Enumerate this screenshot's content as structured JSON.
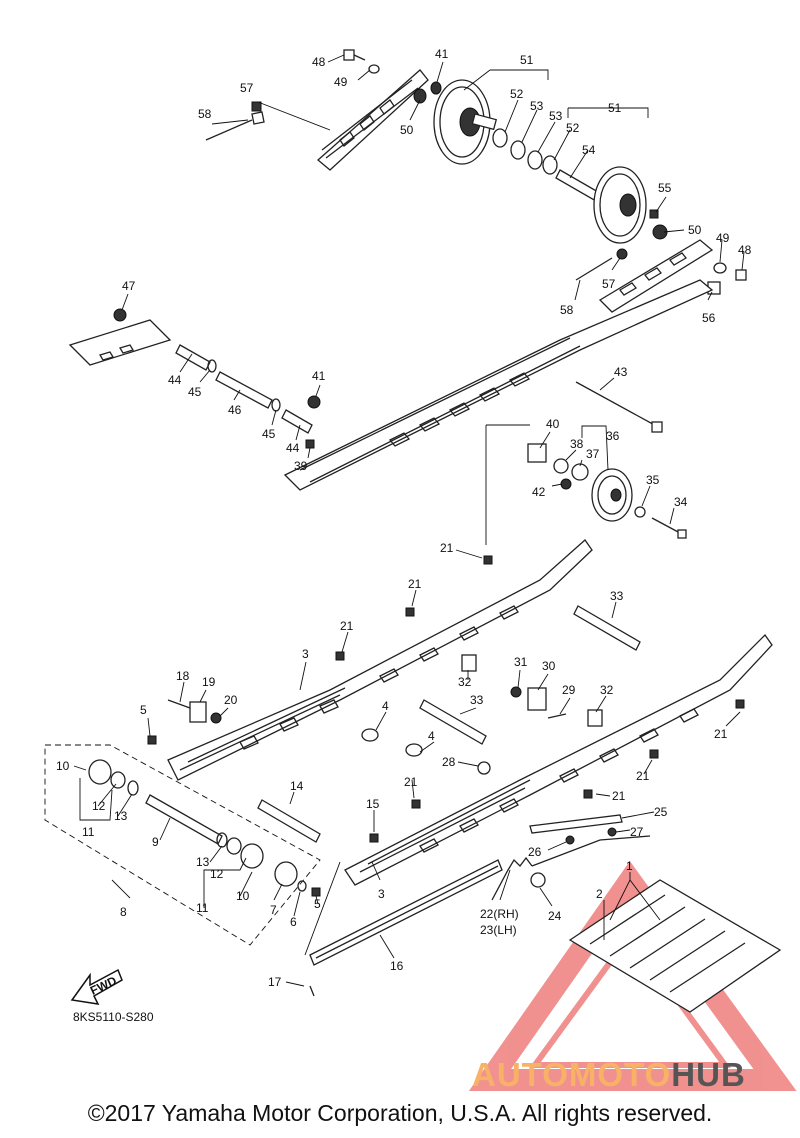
{
  "diagram_code": "8KS5110-S280",
  "copyright": "©2017 Yamaha Motor Corporation, U.S.A. All rights reserved.",
  "watermark": {
    "part1": "AUTOMOTO",
    "part2": "HUB"
  },
  "fwd_label": "FWD",
  "colors": {
    "watermark_triangle": "#e53935",
    "watermark_text": "#f7b267",
    "watermark_hub": "#555555"
  },
  "callouts": [
    {
      "text": "48"
    },
    {
      "text": "49"
    },
    {
      "text": "41"
    },
    {
      "text": "51"
    },
    {
      "text": "52"
    },
    {
      "text": "53"
    },
    {
      "text": "57"
    },
    {
      "text": "58"
    },
    {
      "text": "50"
    },
    {
      "text": "53"
    },
    {
      "text": "52"
    },
    {
      "text": "51"
    },
    {
      "text": "54"
    },
    {
      "text": "55"
    },
    {
      "text": "50"
    },
    {
      "text": "49"
    },
    {
      "text": "48"
    },
    {
      "text": "57"
    },
    {
      "text": "58"
    },
    {
      "text": "56"
    },
    {
      "text": "47"
    },
    {
      "text": "44"
    },
    {
      "text": "45"
    },
    {
      "text": "46"
    },
    {
      "text": "45"
    },
    {
      "text": "44"
    },
    {
      "text": "41"
    },
    {
      "text": "39"
    },
    {
      "text": "43"
    },
    {
      "text": "40"
    },
    {
      "text": "38"
    },
    {
      "text": "36"
    },
    {
      "text": "37"
    },
    {
      "text": "42"
    },
    {
      "text": "35"
    },
    {
      "text": "34"
    },
    {
      "text": "21"
    },
    {
      "text": "21"
    },
    {
      "text": "33"
    },
    {
      "text": "21"
    },
    {
      "text": "3"
    },
    {
      "text": "32"
    },
    {
      "text": "31"
    },
    {
      "text": "30"
    },
    {
      "text": "29"
    },
    {
      "text": "32"
    },
    {
      "text": "18"
    },
    {
      "text": "19"
    },
    {
      "text": "20"
    },
    {
      "text": "5"
    },
    {
      "text": "4"
    },
    {
      "text": "33"
    },
    {
      "text": "21"
    },
    {
      "text": "4"
    },
    {
      "text": "28"
    },
    {
      "text": "21"
    },
    {
      "text": "21"
    },
    {
      "text": "21"
    },
    {
      "text": "10"
    },
    {
      "text": "12"
    },
    {
      "text": "13"
    },
    {
      "text": "11"
    },
    {
      "text": "9"
    },
    {
      "text": "14"
    },
    {
      "text": "15"
    },
    {
      "text": "25"
    },
    {
      "text": "27"
    },
    {
      "text": "26"
    },
    {
      "text": "13"
    },
    {
      "text": "12"
    },
    {
      "text": "11"
    },
    {
      "text": "10"
    },
    {
      "text": "7"
    },
    {
      "text": "6"
    },
    {
      "text": "5"
    },
    {
      "text": "3"
    },
    {
      "text": "1"
    },
    {
      "text": "2"
    },
    {
      "text": "22(RH)"
    },
    {
      "text": "23(LH)"
    },
    {
      "text": "24"
    },
    {
      "text": "8"
    },
    {
      "text": "16"
    },
    {
      "text": "17"
    }
  ]
}
